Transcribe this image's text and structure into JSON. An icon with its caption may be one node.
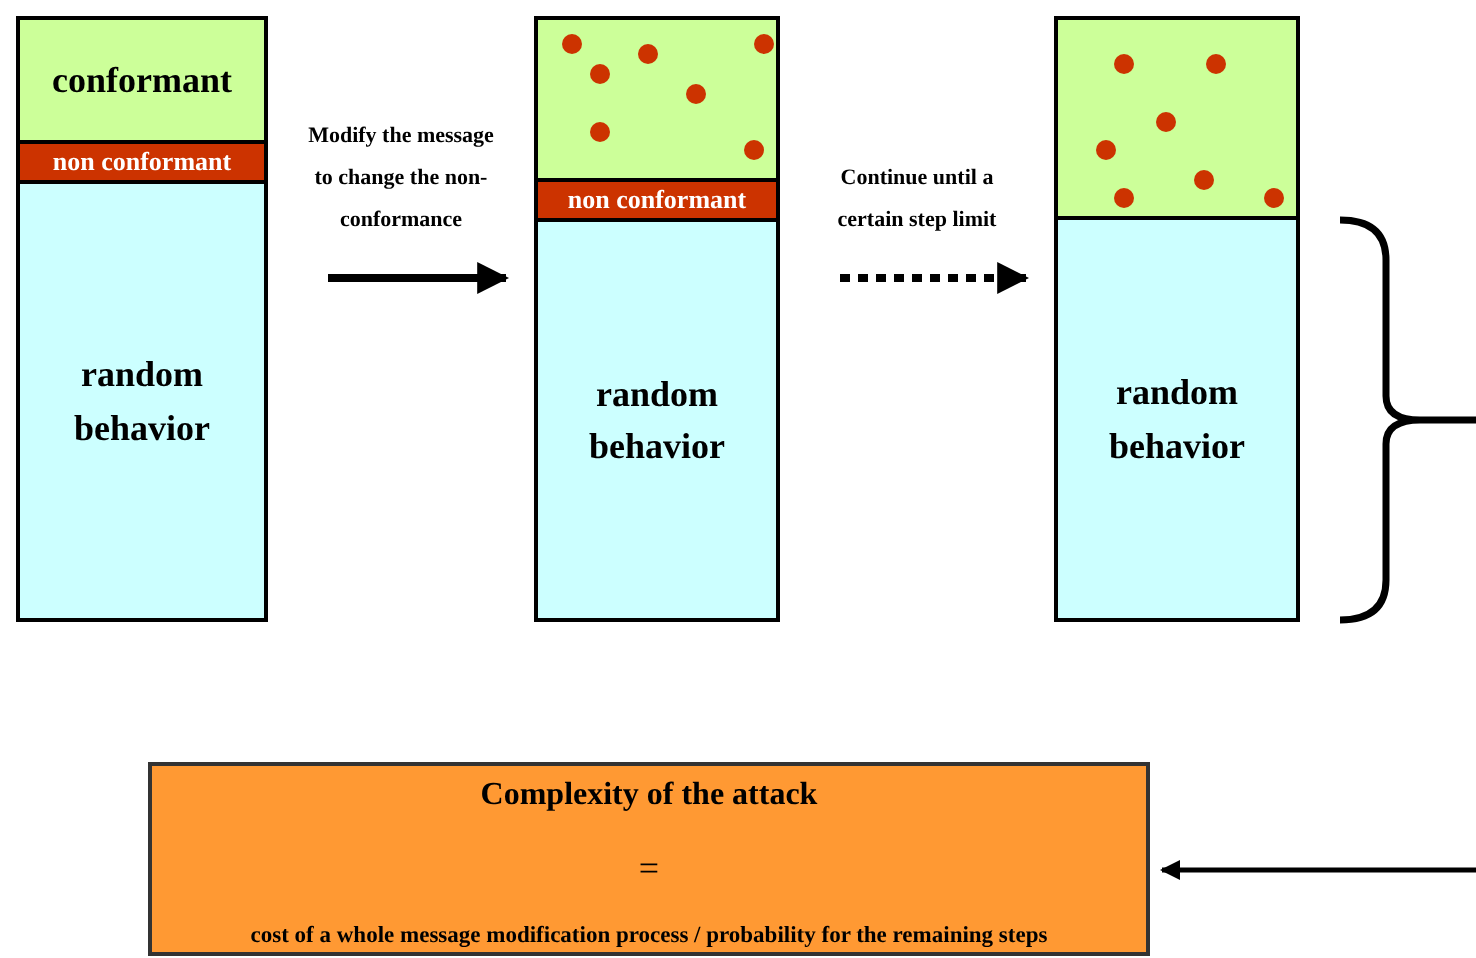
{
  "diagram": {
    "nodes": [
      {
        "text": [],
        "shape": "box"
      },
      {
        "text": [
          "conformant"
        ],
        "in": 0
      },
      {
        "text": [
          "non conformant"
        ],
        "in": 0
      },
      {
        "text": [
          "random behavior"
        ],
        "in": 0
      },
      {
        "text": [],
        "shape": "box"
      },
      {
        "text": [],
        "shape": "box",
        "in": 4
      },
      {
        "text": [
          "non conformant"
        ],
        "in": 4
      },
      {
        "text": [
          "random behavior"
        ],
        "in": 4
      },
      {
        "text": [],
        "shape": "box"
      },
      {
        "text": [],
        "shape": "box",
        "in": 8
      },
      {
        "text": [
          "random behavior"
        ],
        "in": 8
      },
      {
        "text": [
          "Complexity of the attack",
          "=",
          "cost of a whole message modification process / probability for the remaining steps"
        ]
      }
    ],
    "edges": [
      {
        "from": 0,
        "to": 4,
        "arrow": "to",
        "label": "Modify the message to change the non-conformance"
      },
      {
        "from": 4,
        "to": 8,
        "arrow": "to",
        "label": "Continue until a certain step limit",
        "style": "dashed"
      },
      {
        "from": null,
        "to": 11,
        "arrow": "to"
      }
    ]
  }
}
